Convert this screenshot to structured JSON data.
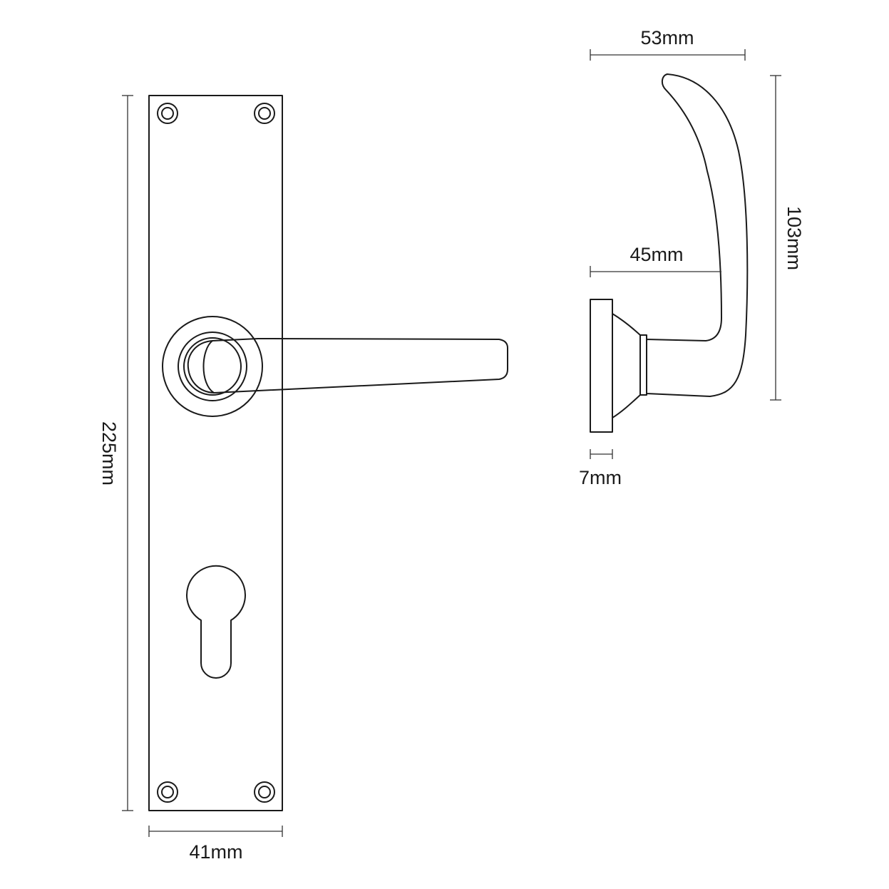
{
  "colors": {
    "line": "#1a1a1a",
    "background": "#ffffff"
  },
  "dimensions": {
    "plate_height": "225mm",
    "plate_width": "41mm",
    "lever_depth": "53mm",
    "lever_projection": "45mm",
    "lever_height": "103mm",
    "rose_thickness": "7mm"
  }
}
